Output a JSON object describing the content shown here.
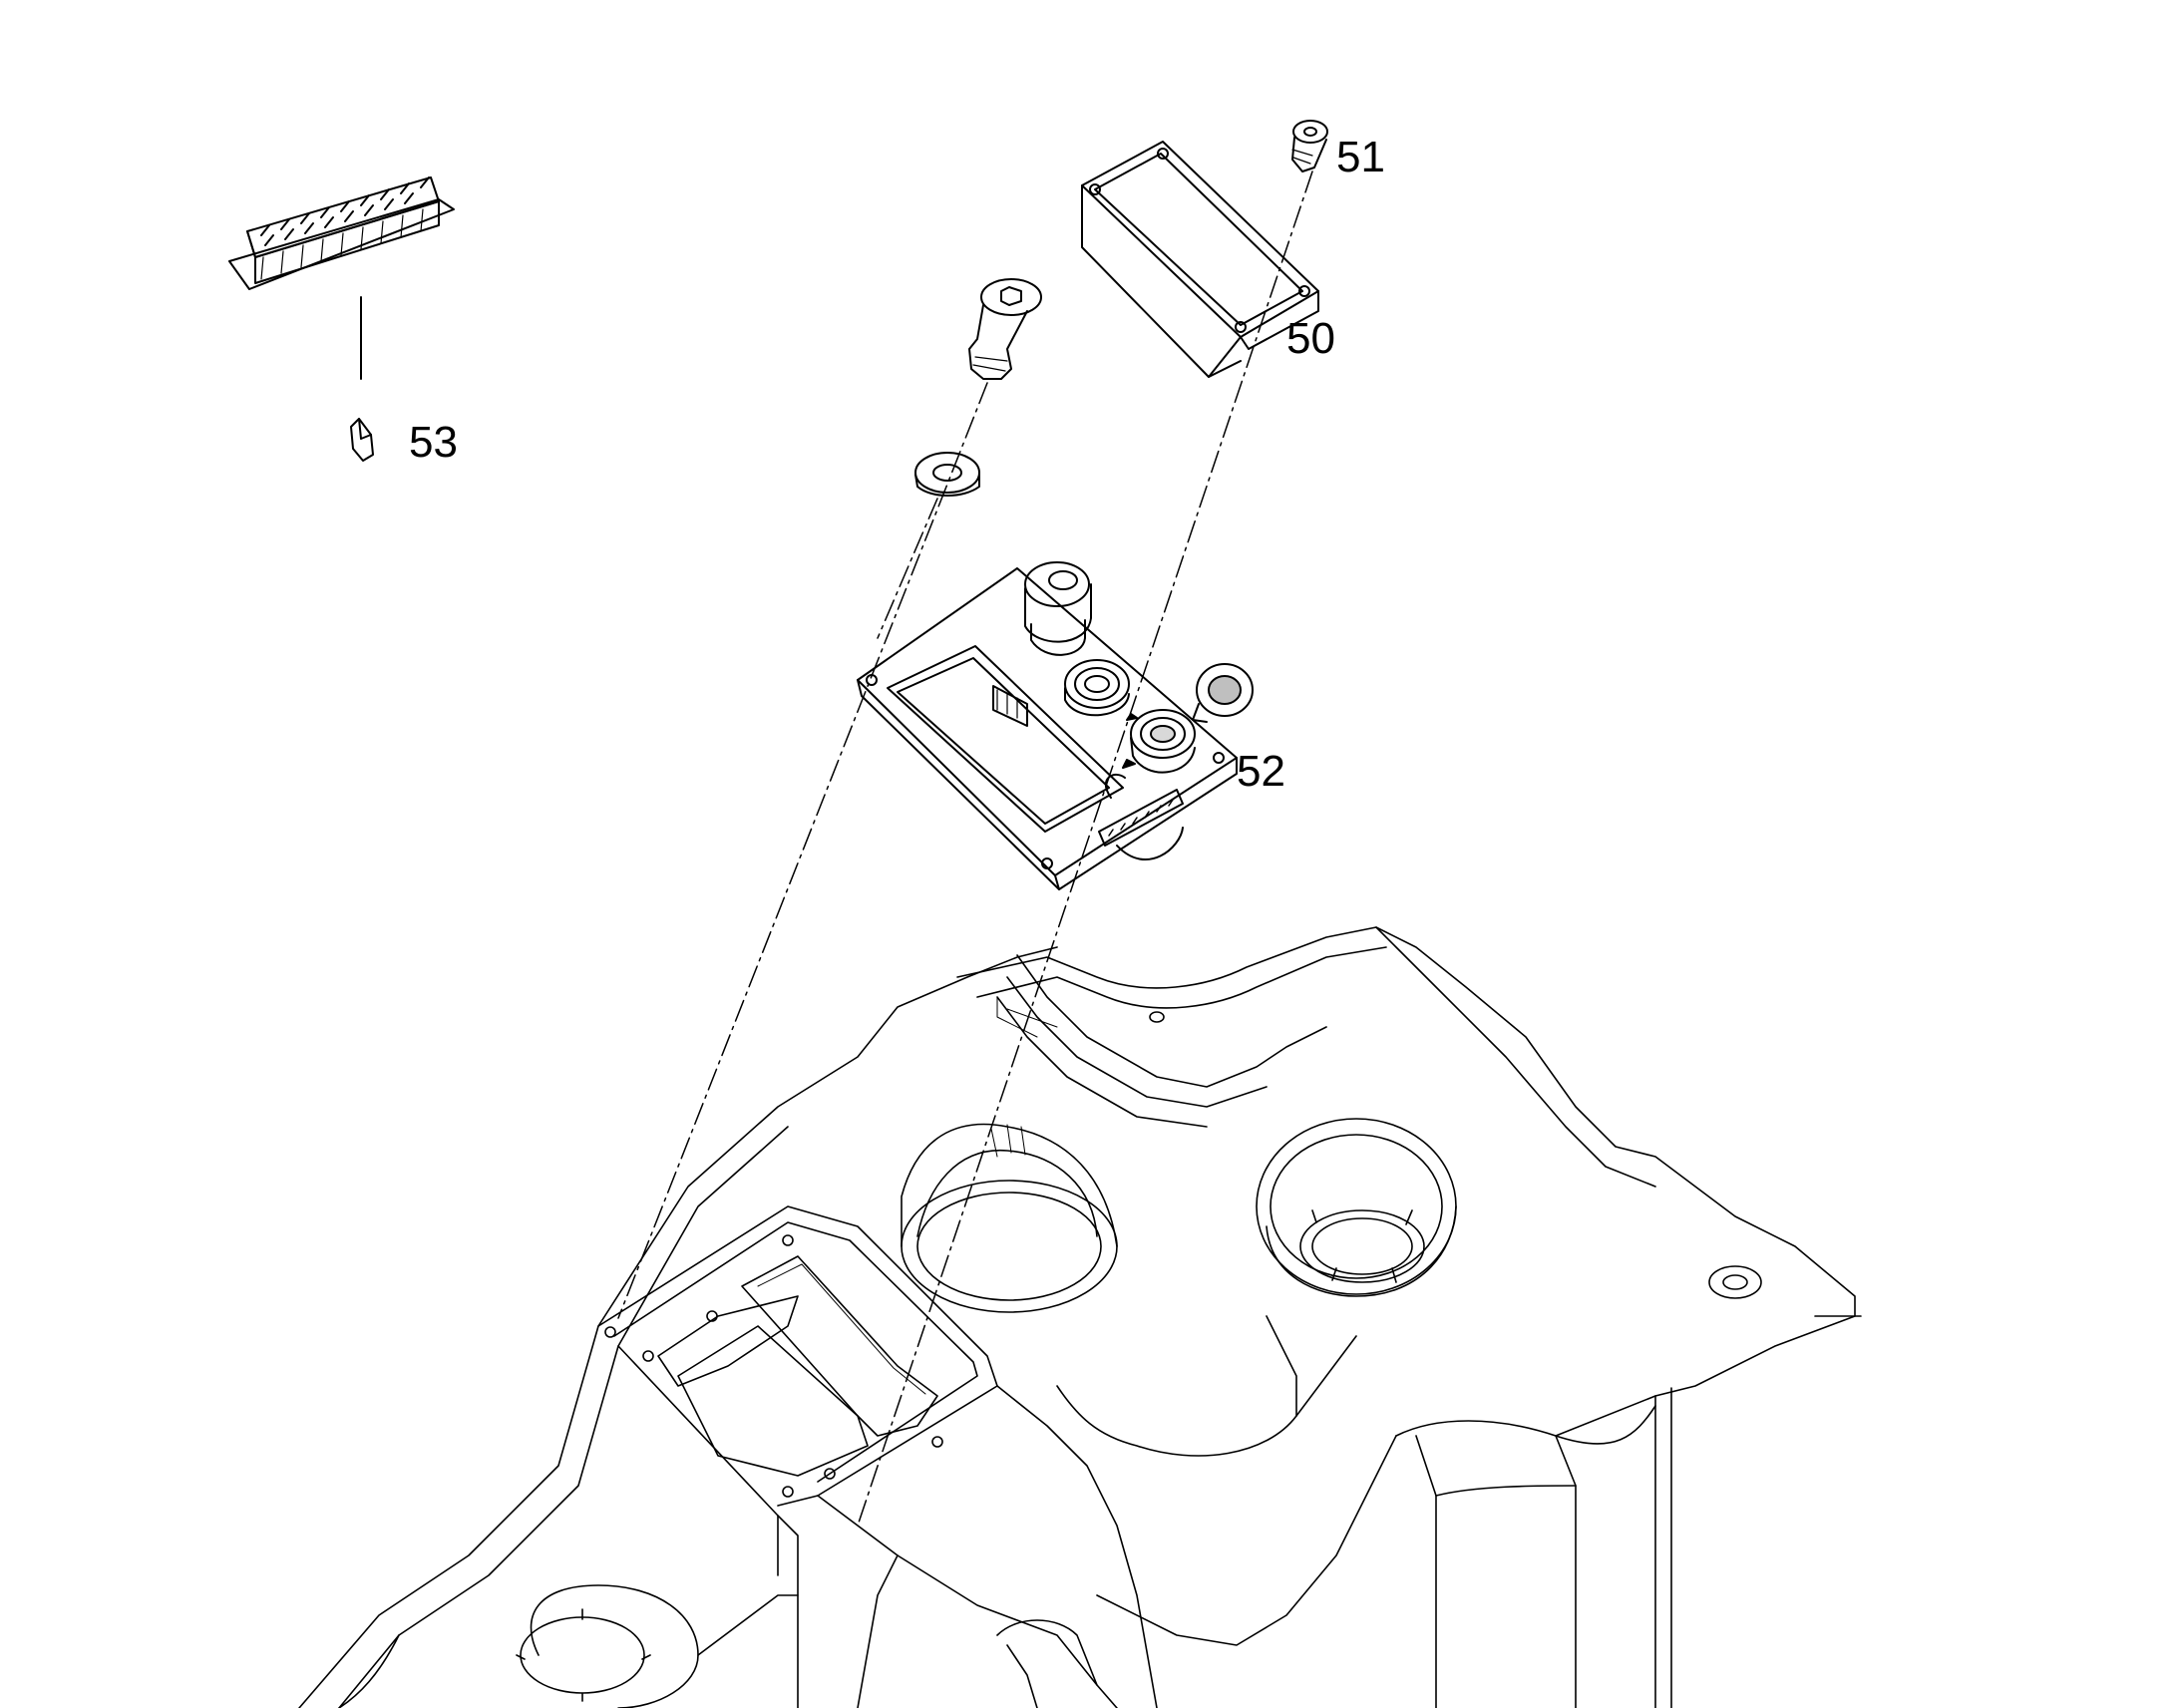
{
  "drawing": {
    "callouts": {
      "label_50": "50",
      "label_51": "51",
      "label_52": "52",
      "label_53": "53"
    },
    "colors": {
      "line": "#000000",
      "background": "#ffffff"
    }
  }
}
